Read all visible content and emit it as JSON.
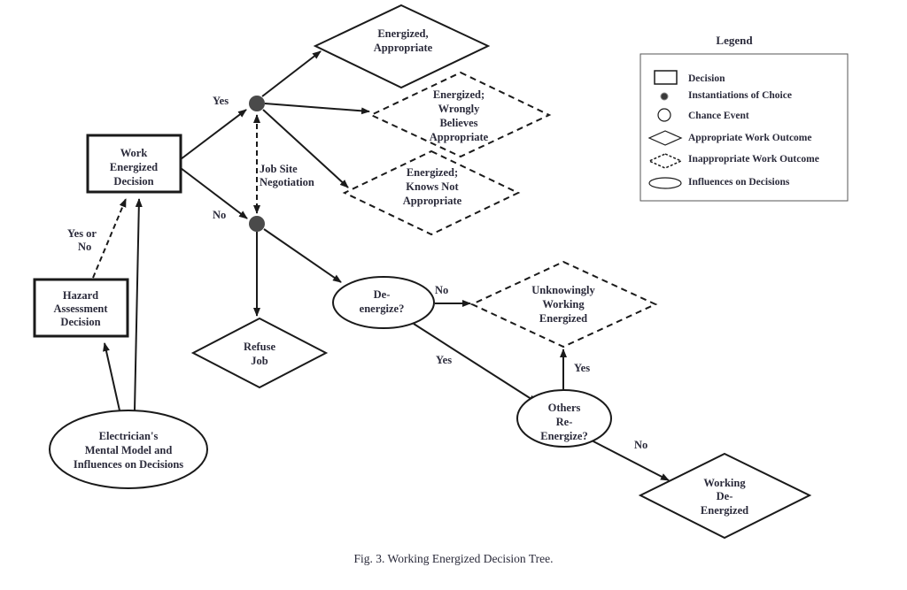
{
  "diagram": {
    "caption": "Fig. 3. Working Energized Decision Tree.",
    "nodes": {
      "work_energized": {
        "type": "decision",
        "lines": [
          "Work",
          "Energized",
          "Decision"
        ]
      },
      "hazard_assessment": {
        "type": "decision",
        "lines": [
          "Hazard",
          "Assessment",
          "Decision"
        ]
      },
      "electrician_model": {
        "type": "influence",
        "lines": [
          "Electrician's",
          "Mental Model and",
          "Influences on Decisions"
        ]
      },
      "choice_yes": {
        "type": "instantiation"
      },
      "choice_no": {
        "type": "instantiation"
      },
      "energized_appropriate": {
        "type": "appropriate_outcome",
        "lines": [
          "Energized,",
          "Appropriate"
        ]
      },
      "energized_wrongly_believes": {
        "type": "inappropriate_outcome",
        "lines": [
          "Energized;",
          "Wrongly",
          "Believes",
          "Appropriate"
        ]
      },
      "energized_knows_not": {
        "type": "inappropriate_outcome",
        "lines": [
          "Energized;",
          "Knows Not",
          "Appropriate"
        ]
      },
      "refuse_job": {
        "type": "appropriate_outcome",
        "lines": [
          "Refuse",
          "Job"
        ]
      },
      "de_energize": {
        "type": "chance",
        "lines": [
          "De-",
          "energize?"
        ]
      },
      "unknowingly_working": {
        "type": "inappropriate_outcome",
        "lines": [
          "Unknowingly",
          "Working",
          "Energized"
        ]
      },
      "others_reenergize": {
        "type": "chance",
        "lines": [
          "Others",
          "Re-",
          "Energize?"
        ]
      },
      "working_deenergized": {
        "type": "appropriate_outcome",
        "lines": [
          "Working",
          "De-",
          "Energized"
        ]
      }
    },
    "edges": [
      {
        "from": "electrician_model",
        "to": "hazard_assessment",
        "style": "solid",
        "label": ""
      },
      {
        "from": "electrician_model",
        "to": "work_energized",
        "style": "solid",
        "label": ""
      },
      {
        "from": "hazard_assessment",
        "to": "work_energized",
        "style": "dashed",
        "label_lines": [
          "Yes or",
          "No"
        ]
      },
      {
        "from": "work_energized",
        "to": "choice_yes",
        "style": "solid",
        "label": "Yes"
      },
      {
        "from": "work_energized",
        "to": "choice_no",
        "style": "solid",
        "label": "No"
      },
      {
        "from": "choice_yes",
        "to": "choice_no",
        "style": "dashed-bidirectional",
        "label_lines": [
          "Job Site",
          "Negotiation"
        ]
      },
      {
        "from": "choice_yes",
        "to": "energized_appropriate",
        "style": "solid",
        "label": ""
      },
      {
        "from": "choice_yes",
        "to": "energized_wrongly_believes",
        "style": "solid",
        "label": ""
      },
      {
        "from": "choice_yes",
        "to": "energized_knows_not",
        "style": "solid",
        "label": ""
      },
      {
        "from": "choice_no",
        "to": "refuse_job",
        "style": "solid",
        "label": ""
      },
      {
        "from": "choice_no",
        "to": "de_energize",
        "style": "solid",
        "label": ""
      },
      {
        "from": "de_energize",
        "to": "unknowingly_working",
        "style": "solid",
        "label": "No"
      },
      {
        "from": "de_energize",
        "to": "others_reenergize",
        "style": "solid",
        "label": "Yes"
      },
      {
        "from": "others_reenergize",
        "to": "unknowingly_working",
        "style": "solid",
        "label": "Yes"
      },
      {
        "from": "others_reenergize",
        "to": "working_deenergized",
        "style": "solid",
        "label": "No"
      }
    ],
    "edge_labels": {
      "yes_top": "Yes",
      "no_mid": "No",
      "yes_or_no": [
        "Yes or",
        "No"
      ],
      "job_site_negotiation": [
        "Job Site",
        "Negotiation"
      ],
      "de_energize_no": "No",
      "de_energize_yes": "Yes",
      "others_yes": "Yes",
      "others_no": "No"
    }
  },
  "legend": {
    "title": "Legend",
    "items": [
      {
        "symbol": "rectangle",
        "label": "Decision"
      },
      {
        "symbol": "filled-dot",
        "label": "Instantiations of Choice"
      },
      {
        "symbol": "circle",
        "label": "Chance Event"
      },
      {
        "symbol": "diamond",
        "label": "Appropriate Work Outcome"
      },
      {
        "symbol": "dashed-diamond",
        "label": "Inappropriate Work Outcome"
      },
      {
        "symbol": "ellipse",
        "label": "Influences on Decisions"
      }
    ]
  },
  "colors": {
    "stroke": "#1a1a1a",
    "text": "#2a2a3a",
    "choice_dot": "#4a4a4a",
    "background": "#ffffff"
  }
}
